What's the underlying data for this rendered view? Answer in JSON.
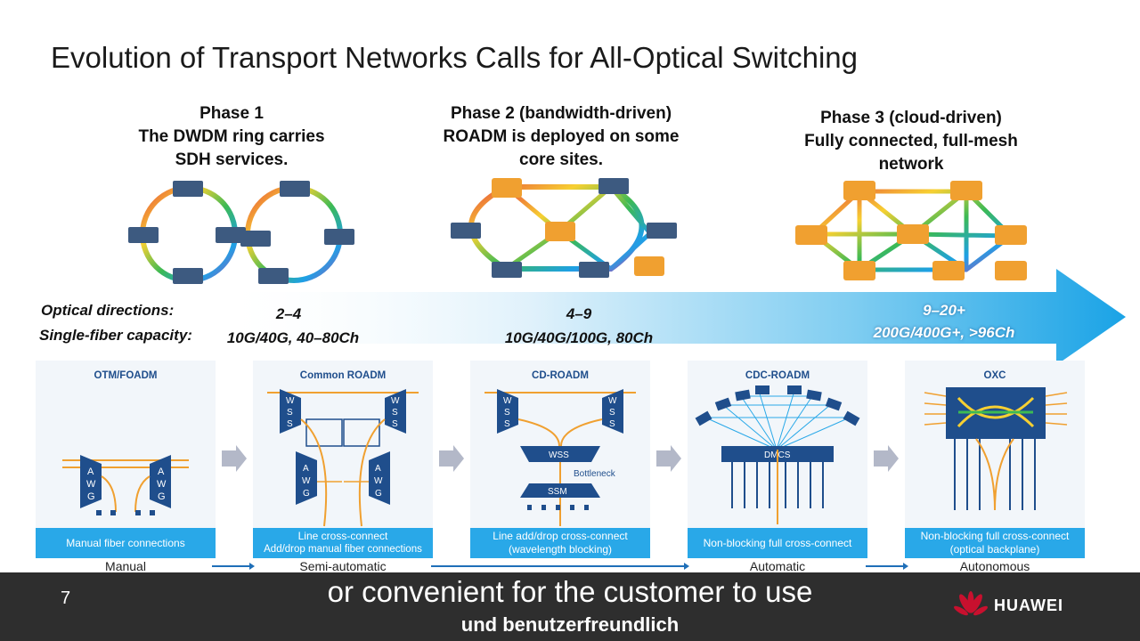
{
  "title": "Evolution of Transport Networks Calls for All-Optical Switching",
  "phases": [
    {
      "line1": "Phase 1",
      "line2": "The DWDM ring carries",
      "line3": "SDH services."
    },
    {
      "line1": "Phase 2 (bandwidth-driven)",
      "line2": "ROADM is deployed on some",
      "line3": "core sites."
    },
    {
      "line1": "Phase 3 (cloud-driven)",
      "line2": "Fully connected, full-mesh",
      "line3": "network"
    }
  ],
  "metrics": {
    "directions_label": "Optical directions:",
    "capacity_label": "Single-fiber capacity:",
    "phase1": {
      "directions": "2–4",
      "capacity": "10G/40G, 40–80Ch"
    },
    "phase2": {
      "directions": "4–9",
      "capacity": "10G/40G/100G, 80Ch"
    },
    "phase3": {
      "directions": "9–20+",
      "capacity": "200G/400G+, >96Ch"
    }
  },
  "cards": [
    {
      "title": "OTM/FOADM",
      "caption1": "Manual fiber connections",
      "caption2": "",
      "stage": "Manual"
    },
    {
      "title": "Common ROADM",
      "caption1": "Line cross-connect",
      "caption2": "Add/drop manual fiber connections",
      "stage": "Semi-automatic"
    },
    {
      "title": "CD-ROADM",
      "caption1": "Line add/drop cross-connect",
      "caption2": "(wavelength blocking)",
      "stage": ""
    },
    {
      "title": "CDC-ROADM",
      "caption1": "Non-blocking full cross-connect",
      "caption2": "",
      "stage": "Automatic"
    },
    {
      "title": "OXC",
      "caption1": "Non-blocking full cross-connect",
      "caption2": "(optical backplane)",
      "stage": "Autonomous"
    }
  ],
  "diagram_labels": {
    "awg": [
      "A",
      "W",
      "G"
    ],
    "wss": [
      "W",
      "S",
      "S"
    ],
    "wss_block": "WSS",
    "ssm_block": "SSM",
    "bottleneck": "Bottleneck",
    "dmcs": "DMCS"
  },
  "footer": {
    "page": "7",
    "subtitle_en": "or convenient for the customer to use",
    "subtitle_de": "und benutzerfreundlich",
    "brand": "HUAWEI"
  },
  "colors": {
    "accent_blue": "#29a8e8",
    "card_bg": "#f2f6fa",
    "orange": "#f0a030",
    "footer": "#2e2e2e",
    "brand_red": "#c8102e"
  }
}
